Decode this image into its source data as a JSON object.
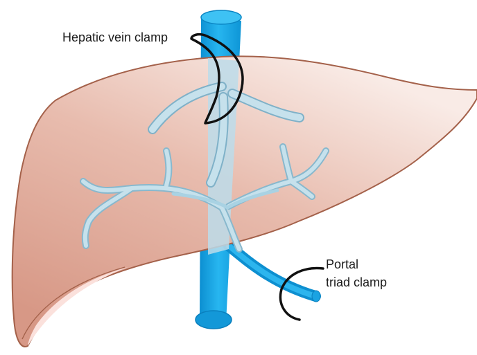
{
  "labels": {
    "hepatic_vein_clamp": "Hepatic vein clamp",
    "portal_triad_clamp_line1": "Portal",
    "portal_triad_clamp_line2": "triad clamp"
  },
  "colors": {
    "liver_fill": "#e4b1a2",
    "liver_outline": "#a4614a",
    "vena_cava": "#1ba9e6",
    "vessel_light": "#b9dbe9",
    "clamp": "#111111"
  }
}
